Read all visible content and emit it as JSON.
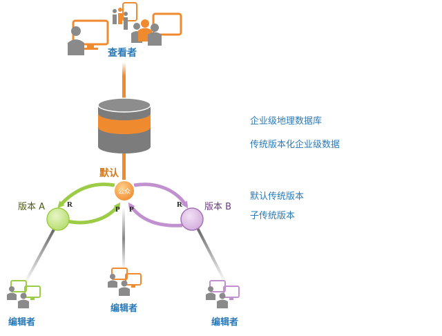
{
  "viewer_label": "查看者",
  "default_label": "默认",
  "public_label": "公众",
  "version_a_label": "版本 A",
  "version_b_label": "版本 B",
  "reconcile_letter": "R",
  "post_letter": "P",
  "editor_labels": [
    "编辑者",
    "编辑者",
    "编辑者"
  ],
  "side_notes": {
    "enterprise_gdb": "企业级地理数据库",
    "traditional_versioned": "传统版本化企业级数据",
    "default_traditional_version": "默认传统版本",
    "child_traditional_version": "子传统版本"
  },
  "colors": {
    "orange": "#f08a2e",
    "gray": "#7c7c7c",
    "green": "#9ccc45",
    "purple": "#c190cf",
    "blue_text": "#2a7ab8",
    "olive_text": "#4a5a14",
    "purple_text": "#6a3a80"
  }
}
